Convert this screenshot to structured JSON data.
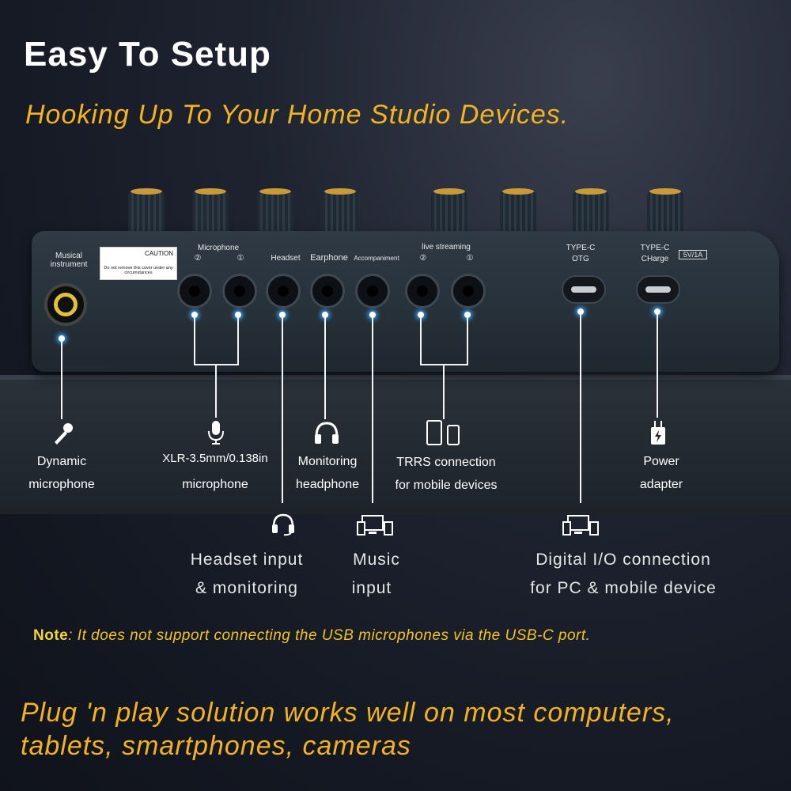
{
  "title": "Easy To Setup",
  "subtitle": "Hooking Up To Your Home Studio Devices.",
  "device": {
    "musical_instrument": "Musical instrument",
    "caution_title": "CAUTION",
    "caution_text": "Do not remove this cover under any circumstances",
    "microphone": "Microphone",
    "ch2": "②",
    "ch1": "①",
    "headset": "Headset",
    "earphone": "Earphone",
    "accompaniment": "Accompaniment",
    "live_streaming": "live streaming",
    "type_c_otg_1": "TYPE-C",
    "type_c_otg_2": "OTG",
    "type_c_charge_1": "TYPE-C",
    "type_c_charge_2": "CHarge",
    "charge_spec": "5V/1A"
  },
  "connections": {
    "dynamic_1": "Dynamic",
    "dynamic_2": "microphone",
    "xlr_1": "XLR-3.5mm/0.138in",
    "xlr_2": "microphone",
    "monitoring_1": "Monitoring",
    "monitoring_2": "headphone",
    "trrs_1": "TRRS connection",
    "trrs_2": "for mobile devices",
    "power_1": "Power",
    "power_2": "adapter",
    "headset_1": "Headset input",
    "headset_2": "& monitoring",
    "music_1": "Music",
    "music_2": "input",
    "digital_1": "Digital I/O connection",
    "digital_2": "for PC & mobile device"
  },
  "icons": [
    "microphone-icon",
    "headphones-icon",
    "mobile-devices-icon",
    "power-plug-icon",
    "headset-icon",
    "computer-devices-icon"
  ],
  "note_label": "Note",
  "note_text": ": It does not support connecting the USB microphones via the USB-C port.",
  "footer_1": "Plug 'n play solution works well on most computers,",
  "footer_2": "tablets, smartphones, cameras",
  "colors": {
    "accent": "#f3b21f",
    "glow": "#39a9ff"
  }
}
